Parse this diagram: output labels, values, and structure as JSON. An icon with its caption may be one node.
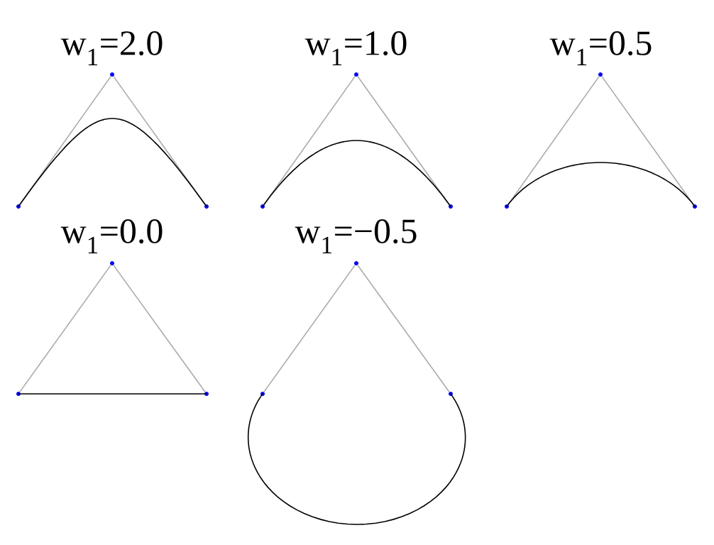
{
  "diagram": {
    "nodes": [
      {
        "text": [],
        "shape": "circle"
      },
      {
        "text": [],
        "shape": "circle"
      },
      {
        "text": [],
        "shape": "circle"
      },
      {
        "text": [],
        "shape": "circle"
      },
      {
        "text": [],
        "shape": "circle"
      },
      {
        "text": [],
        "shape": "circle"
      },
      {
        "text": [],
        "shape": "circle"
      },
      {
        "text": [],
        "shape": "circle"
      },
      {
        "text": [],
        "shape": "circle"
      },
      {
        "text": [],
        "shape": "circle"
      },
      {
        "text": [],
        "shape": "circle"
      },
      {
        "text": [],
        "shape": "circle"
      },
      {
        "text": [],
        "shape": "circle"
      },
      {
        "text": [],
        "shape": "circle"
      },
      {
        "text": [],
        "shape": "circle"
      }
    ],
    "edges": [
      {
        "from": 0,
        "to": 1,
        "arrow": "none"
      },
      {
        "from": 1,
        "to": 2,
        "arrow": "none"
      },
      {
        "from": 0,
        "to": 2,
        "arrow": "none",
        "color": "#000000"
      },
      {
        "from": 3,
        "to": 4,
        "arrow": "none"
      },
      {
        "from": 4,
        "to": 5,
        "arrow": "none"
      },
      {
        "from": 3,
        "to": 5,
        "arrow": "none",
        "color": "#000000"
      },
      {
        "from": 6,
        "to": 7,
        "arrow": "none"
      },
      {
        "from": 7,
        "to": 8,
        "arrow": "none"
      },
      {
        "from": 6,
        "to": 8,
        "arrow": "none",
        "color": "#000000"
      },
      {
        "from": 9,
        "to": 10,
        "arrow": "none"
      },
      {
        "from": 10,
        "to": 11,
        "arrow": "none"
      },
      {
        "from": 9,
        "to": 11,
        "arrow": "none",
        "color": "#000000"
      },
      {
        "from": 12,
        "to": 13,
        "arrow": "none"
      },
      {
        "from": 13,
        "to": 14,
        "arrow": "none"
      },
      {
        "from": 12,
        "to": 14,
        "arrow": "none",
        "color": "#000000"
      }
    ],
    "labels": [
      "w$_{1}$=2.0",
      "w$_{1}$=1.0",
      "w$_{1}$=0.5",
      "w$_{1}$=0.0",
      "w$_{1}$=−0.5"
    ]
  }
}
